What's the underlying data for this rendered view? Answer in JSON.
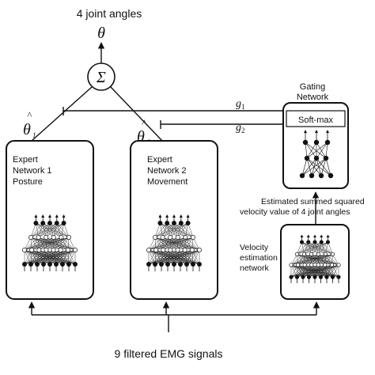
{
  "top_label": "4 joint angles",
  "theta": "θ",
  "sum_symbol": "Σ",
  "theta_hat_1": {
    "base": "θ",
    "hat": "^",
    "sub": "1"
  },
  "theta_hat_2": {
    "base": "θ",
    "hat": "^",
    "sub": "2"
  },
  "g1": {
    "base": "g",
    "sub": "1"
  },
  "g2": {
    "base": "g",
    "sub": "2"
  },
  "gating": {
    "title_line1": "Gating",
    "title_line2": "Network",
    "softmax": "Soft-max"
  },
  "expert1": {
    "line1": "Expert",
    "line2": "Network 1",
    "line3": "Posture"
  },
  "expert2": {
    "line1": "Expert",
    "line2": "Network 2",
    "line3": "Movement"
  },
  "estimated_text": {
    "line1": "Estimated summed squared",
    "line2": "velocity value of 4 joint angles"
  },
  "velocity_net": {
    "line1": "Velocity",
    "line2": "estimation",
    "line3": "network"
  },
  "bottom_label": "9 filtered EMG signals",
  "nn_ellipsis": "..."
}
